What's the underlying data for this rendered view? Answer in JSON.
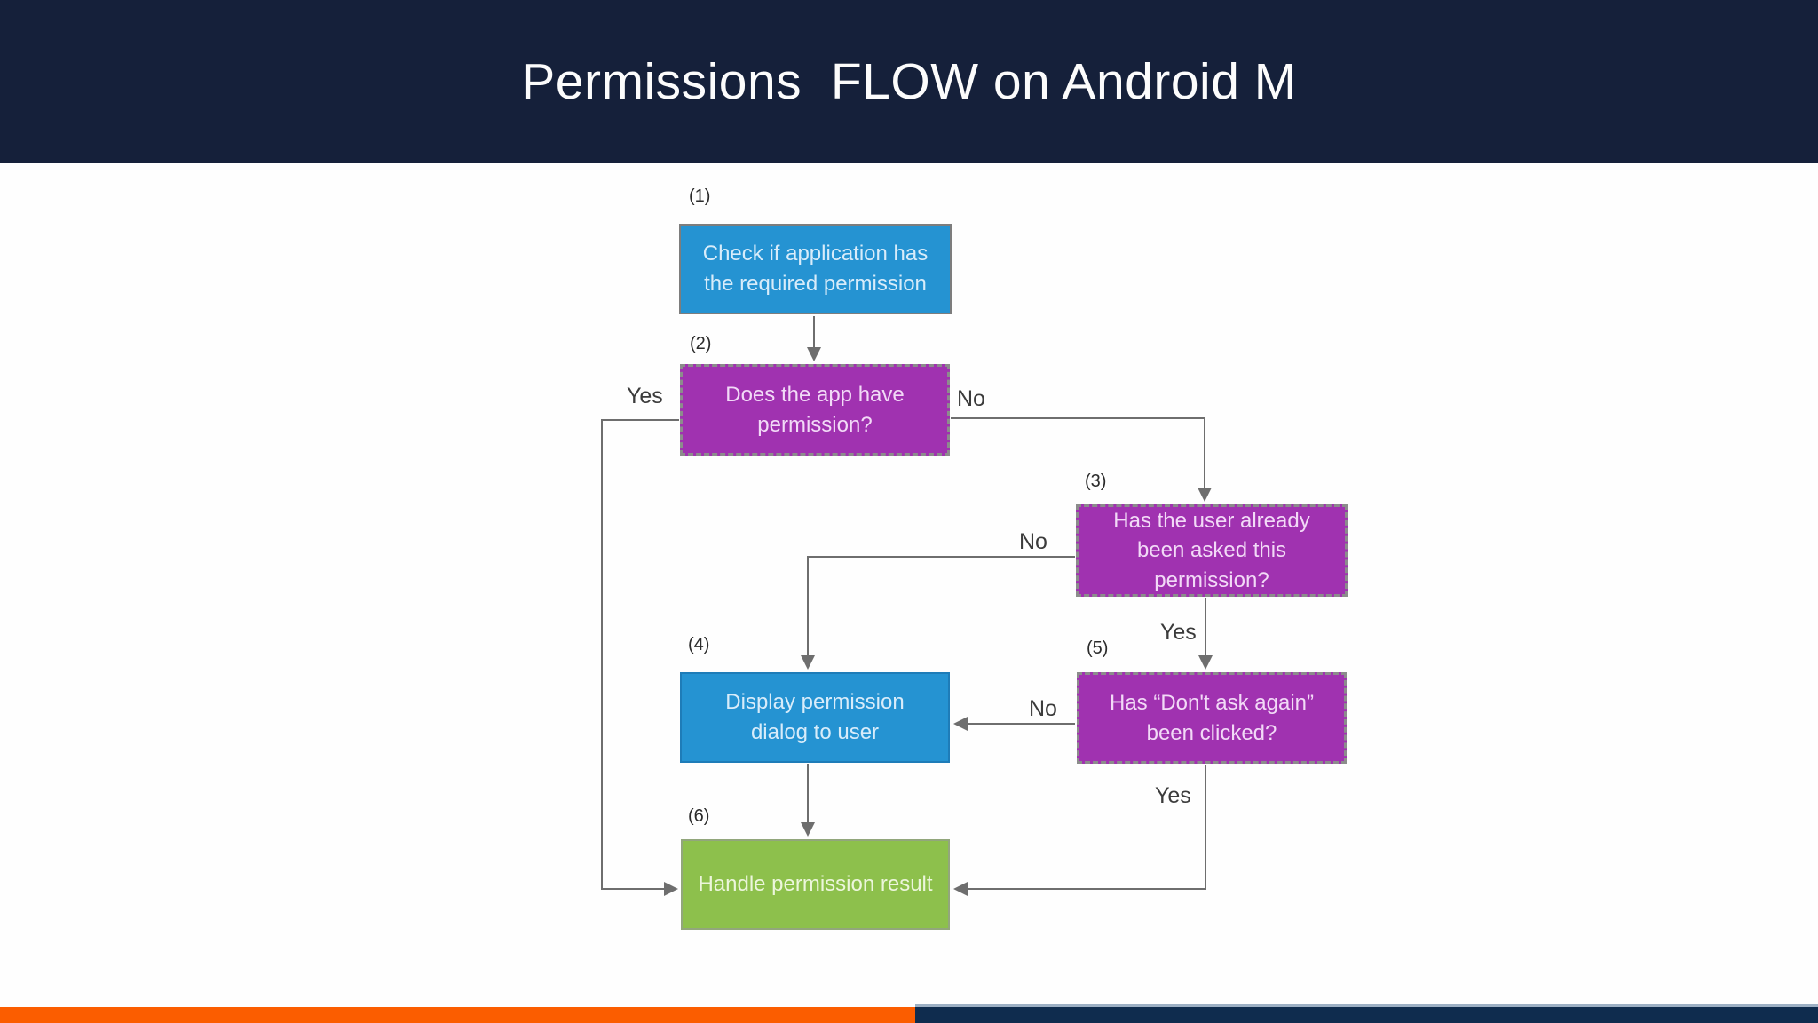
{
  "header": {
    "title": "Permissions  FLOW on Android M"
  },
  "flowchart": {
    "nodes": [
      {
        "number": "(1)",
        "label": "Check if application has the required permission",
        "type": "process-blue"
      },
      {
        "number": "(2)",
        "label": "Does the app have permission?",
        "type": "decision-purple"
      },
      {
        "number": "(3)",
        "label": "Has the user already been asked this permission?",
        "type": "decision-purple"
      },
      {
        "number": "(4)",
        "label": "Display permission dialog to user",
        "type": "process-blue"
      },
      {
        "number": "(5)",
        "label": "Has “Don't ask again” been clicked?",
        "type": "decision-purple"
      },
      {
        "number": "(6)",
        "label": "Handle permission result",
        "type": "result-green"
      }
    ],
    "edge_labels": {
      "box2_yes": "Yes",
      "box2_no": "No",
      "box3_no": "No",
      "box3_yes": "Yes",
      "box5_no": "No",
      "box5_yes": "Yes"
    }
  },
  "colors": {
    "header_bg": "#15203a",
    "process_blue": "#2593d2",
    "decision_purple": "#a032b0",
    "result_green": "#8dc04c",
    "connector_gray": "#6e6e6e",
    "footer_orange": "#fb5d00",
    "footer_navy": "#0f2c4e"
  }
}
